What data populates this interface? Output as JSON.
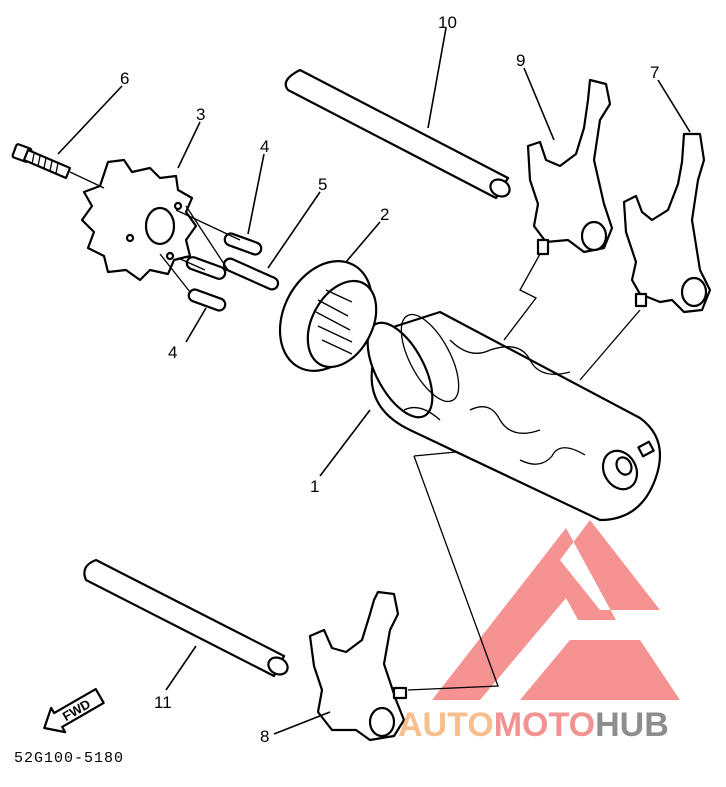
{
  "diagram": {
    "callouts": [
      {
        "id": "c1",
        "text": "1"
      },
      {
        "id": "c2",
        "text": "2"
      },
      {
        "id": "c3",
        "text": "3"
      },
      {
        "id": "c4a",
        "text": "4"
      },
      {
        "id": "c4b",
        "text": "4"
      },
      {
        "id": "c5",
        "text": "5"
      },
      {
        "id": "c6",
        "text": "6"
      },
      {
        "id": "c7",
        "text": "7"
      },
      {
        "id": "c8",
        "text": "8"
      },
      {
        "id": "c9",
        "text": "9"
      },
      {
        "id": "c10",
        "text": "10"
      },
      {
        "id": "c11",
        "text": "11"
      }
    ],
    "fwd_label": "FWD",
    "part_code": "52G100-5180"
  },
  "watermark": {
    "part1": "AUTO",
    "part2": "MOTO",
    "part3": "HUB",
    "colors": {
      "auto": "#f5b47a",
      "moto": "#f08080",
      "hub": "#7a7a7a",
      "logo": "#f26d6d"
    }
  }
}
